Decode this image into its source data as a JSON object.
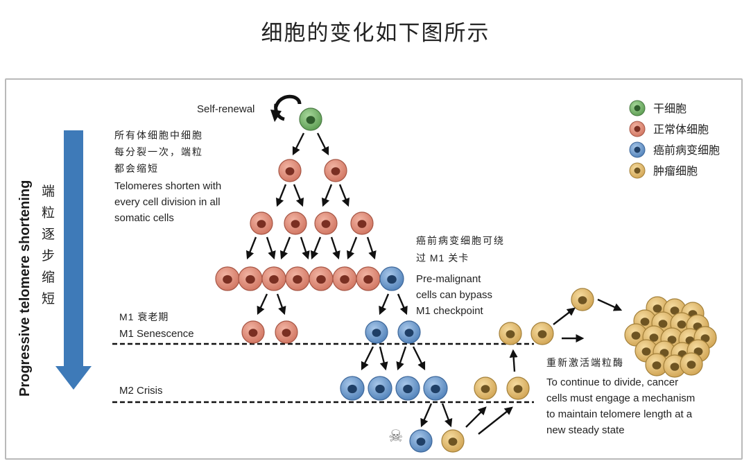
{
  "page": {
    "title": "细胞的变化如下图所示"
  },
  "colors": {
    "stem_cell": "#6aab5f",
    "normal_cell": "#d8806c",
    "premalignant_cell": "#5f8fc4",
    "tumor_cell": "#d8b060",
    "axis_arrow": "#3e7ab8"
  },
  "legend": [
    {
      "label": "干细胞",
      "color": "#6aab5f",
      "icon": "stem-cell-icon"
    },
    {
      "label": "正常体细胞",
      "color": "#d8806c",
      "icon": "normal-cell-icon"
    },
    {
      "label": "癌前病变细胞",
      "color": "#5f8fc4",
      "icon": "premalignant-cell-icon"
    },
    {
      "label": "肿瘤细胞",
      "color": "#d8b060",
      "icon": "tumor-cell-icon"
    }
  ],
  "axis": {
    "label_en": "Progressive telomere shortening",
    "label_cn": [
      "端",
      "粒",
      "逐",
      "步",
      "缩",
      "短"
    ]
  },
  "labels": {
    "self_renewal": "Self-renewal",
    "shorten_cn": [
      "所有体细胞中细胞",
      "每分裂一次，端粒",
      "都会缩短"
    ],
    "shorten_en": [
      "Telomeres shorten with",
      "every cell division in all",
      "somatic cells"
    ],
    "bypass_cn": [
      "癌前病变细胞可绕",
      "过 M1 关卡"
    ],
    "bypass_en": [
      "Pre-malignant",
      "cells can bypass",
      "M1 checkpoint"
    ],
    "m1_cn": "M1 衰老期",
    "m1_en": "M1 Senescence",
    "m2_en": "M2 Crisis",
    "reactivate_cn": "重新激活端粒酶",
    "reactivate_en": [
      "To continue to divide, cancer",
      "cells must engage a mechanism",
      "to maintain telomere length at a",
      "new steady state"
    ],
    "death_symbol": "☠"
  }
}
